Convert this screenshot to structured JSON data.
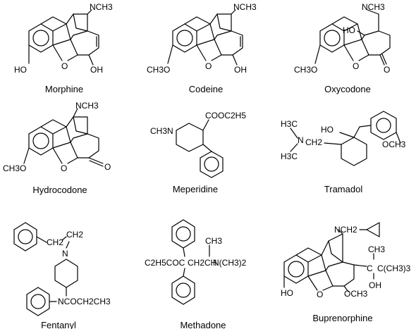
{
  "compounds": [
    {
      "name": "Morphine",
      "labels": {
        "n": "NCH3",
        "o_left": "HO",
        "o_ring": "O",
        "o_right": "OH"
      }
    },
    {
      "name": "Codeine",
      "labels": {
        "n": "NCH3",
        "o_left": "CH3O",
        "o_ring": "O",
        "o_right": "OH"
      }
    },
    {
      "name": "Oxycodone",
      "labels": {
        "n": "NCH3",
        "oh": "HO",
        "o_left": "CH3O",
        "o_ring": "O",
        "o_keto": "O"
      }
    },
    {
      "name": "Hydrocodone",
      "labels": {
        "n": "NCH3",
        "o_left": "CH3O",
        "o_ring": "O",
        "o_keto": "O"
      }
    },
    {
      "name": "Meperidine",
      "labels": {
        "n": "CH3N",
        "ester": "COOC2H5"
      }
    },
    {
      "name": "Tramadol",
      "labels": {
        "me1": "H3C",
        "n": "N",
        "me2": "H3C",
        "ch2": "CH2",
        "oh": "HO",
        "ome": "OCH3"
      }
    },
    {
      "name": "Fentanyl",
      "labels": {
        "ch2": "CH2",
        "ch2b": "CH2",
        "n_pip": "N",
        "amide": "NCOCH2CH3"
      }
    },
    {
      "name": "Methadone",
      "labels": {
        "left": "C2H5COC",
        "chain": "CH2CH",
        "nme2": "N(CH3)2",
        "me": "CH3"
      }
    },
    {
      "name": "Buprenorphine",
      "labels": {
        "n": "NCH2",
        "ho": "HO",
        "o_ring": "O",
        "ome": "OCH3",
        "ctbu": "C(CH3)3",
        "c": "C",
        "me": "CH3",
        "oh": "OH"
      }
    }
  ]
}
